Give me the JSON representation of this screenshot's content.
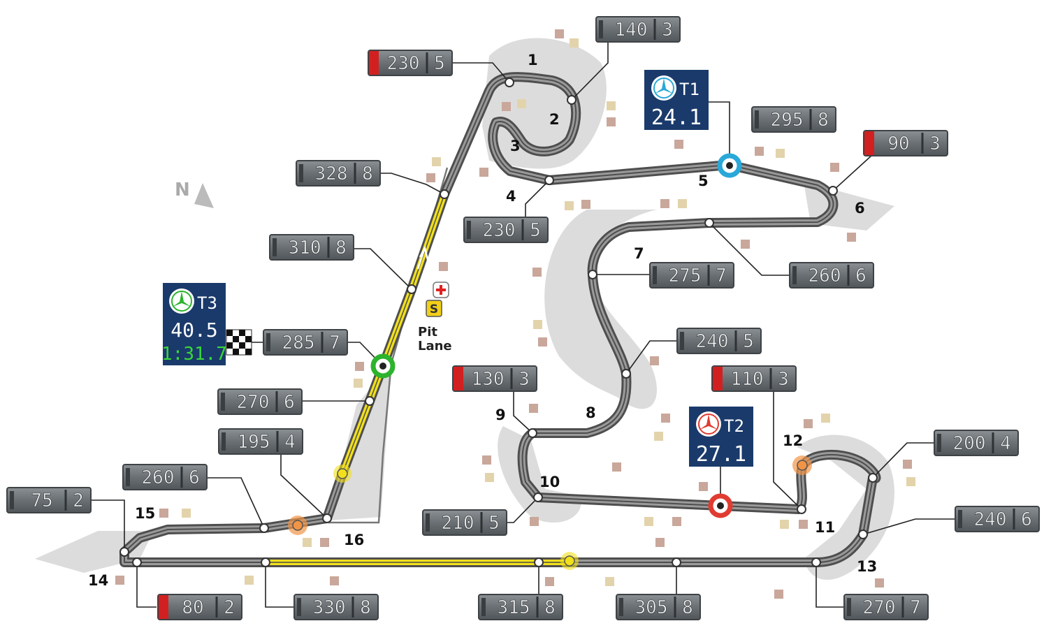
{
  "compass": {
    "label": "N",
    "icon": "north-arrow-icon"
  },
  "pit": {
    "line1": "Pit",
    "line2": "Lane",
    "safety_car_label": "S",
    "medical_icon": "medical-cross-icon"
  },
  "turns": [
    "1",
    "2",
    "3",
    "4",
    "5",
    "6",
    "7",
    "8",
    "9",
    "10",
    "11",
    "12",
    "13",
    "14",
    "15",
    "16"
  ],
  "timing_points": [
    {
      "id": "T1",
      "time": "24.1",
      "logo": "mercedes-star-icon",
      "marker_color": "#2aa8d8"
    },
    {
      "id": "T2",
      "time": "27.1",
      "logo": "mercedes-star-icon",
      "marker_color": "#e03c31"
    },
    {
      "id": "T3",
      "time": "40.5",
      "lap": "1:31.7",
      "logo": "mercedes-star-icon",
      "marker_color": "#2db32d"
    }
  ],
  "speed_boxes": [
    {
      "speed": "140",
      "gear": "3",
      "braking": false
    },
    {
      "speed": "230",
      "gear": "5",
      "braking": true
    },
    {
      "speed": "295",
      "gear": "8",
      "braking": false
    },
    {
      "speed": "90",
      "gear": "3",
      "braking": true
    },
    {
      "speed": "328",
      "gear": "8",
      "braking": false
    },
    {
      "speed": "230",
      "gear": "5",
      "braking": false
    },
    {
      "speed": "310",
      "gear": "8",
      "braking": false
    },
    {
      "speed": "275",
      "gear": "7",
      "braking": false
    },
    {
      "speed": "260",
      "gear": "6",
      "braking": false
    },
    {
      "speed": "285",
      "gear": "7",
      "braking": false
    },
    {
      "speed": "240",
      "gear": "5",
      "braking": false
    },
    {
      "speed": "130",
      "gear": "3",
      "braking": true
    },
    {
      "speed": "110",
      "gear": "3",
      "braking": true
    },
    {
      "speed": "270",
      "gear": "6",
      "braking": false
    },
    {
      "speed": "195",
      "gear": "4",
      "braking": false
    },
    {
      "speed": "200",
      "gear": "4",
      "braking": false
    },
    {
      "speed": "260",
      "gear": "6",
      "braking": false
    },
    {
      "speed": "75",
      "gear": "2",
      "braking": false
    },
    {
      "speed": "210",
      "gear": "5",
      "braking": false
    },
    {
      "speed": "240",
      "gear": "6",
      "braking": false
    },
    {
      "speed": "80",
      "gear": "2",
      "braking": true
    },
    {
      "speed": "330",
      "gear": "8",
      "braking": false
    },
    {
      "speed": "315",
      "gear": "8",
      "braking": false
    },
    {
      "speed": "305",
      "gear": "8",
      "braking": false
    },
    {
      "speed": "270",
      "gear": "7",
      "braking": false
    }
  ],
  "colors": {
    "track": "#5c5c5c",
    "runoff": "#d9d9d9",
    "drs_zone": "#f2e01a",
    "timing_panel": "#1a3a6b",
    "box": "#6b7175",
    "braking": "#d22020",
    "lap_time": "#39d639"
  }
}
